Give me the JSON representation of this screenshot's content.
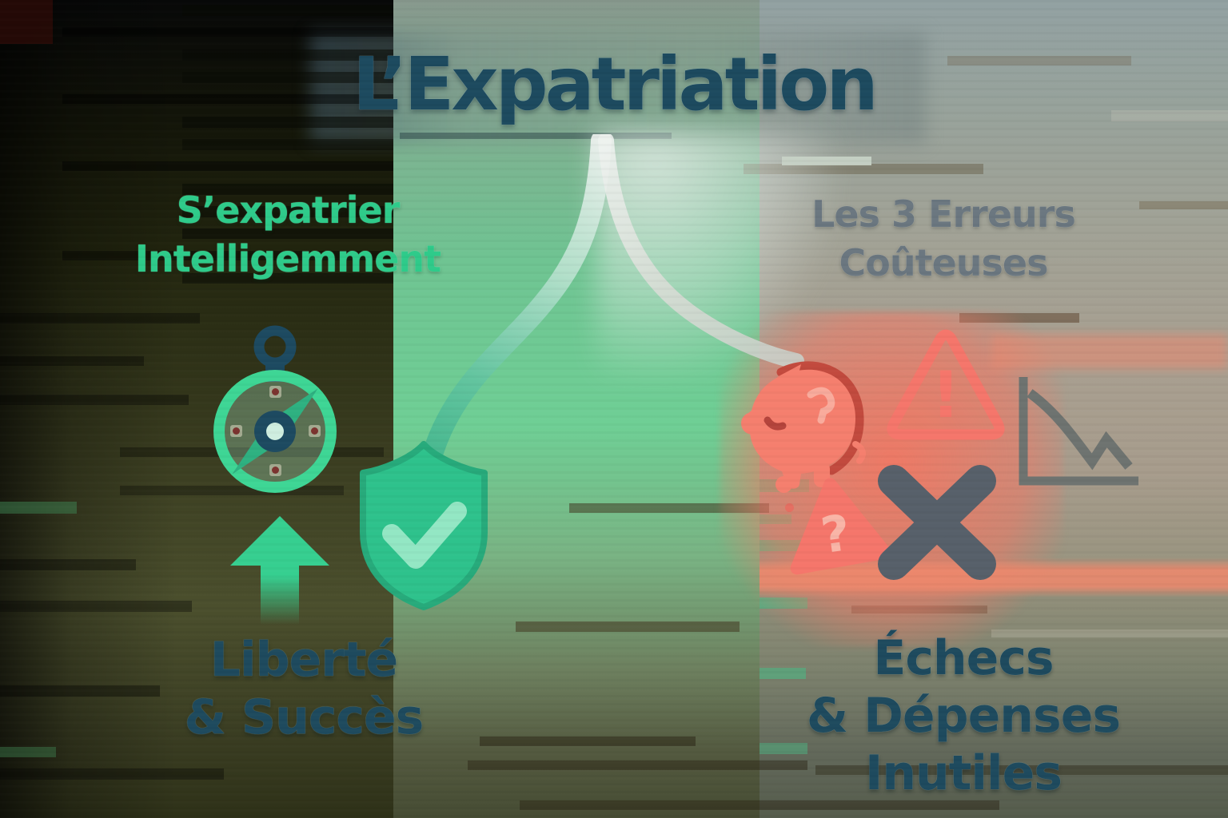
{
  "title": "L’Expatriation",
  "left_path": {
    "heading_lines": [
      "S’expatrier",
      "Intelligemment"
    ],
    "outcome_lines": [
      "Liberté",
      "& Succès"
    ],
    "icons": [
      "compass-icon",
      "shield-check-icon",
      "arrow-up-icon"
    ],
    "accent_color": "#2ecb8a"
  },
  "right_path": {
    "heading_lines": [
      "Les 3 Erreurs",
      "Coûteuses"
    ],
    "outcome_lines": [
      "Échecs",
      "& Dépenses",
      "Inutiles"
    ],
    "icons": [
      "piggy-bank-icon",
      "warning-exclamation-icon",
      "warning-question-icon",
      "x-mark-icon",
      "declining-chart-icon"
    ],
    "accent_color": "#f5766b"
  },
  "glyphs": {
    "exclamation": "!",
    "question": "?"
  },
  "colors": {
    "title_text": "#1d4a5f",
    "outcome_text": "#1e4a5e",
    "green_accent": "#2ecb8a",
    "emerald_icon": "#2ec28c",
    "gray_heading": "#6b7780",
    "salmon": "#f5766b",
    "dark_red": "#c24a3e",
    "slate_x": "#57606a",
    "chart_gray": "#6e7370",
    "navy_detail": "#1d4a61"
  }
}
